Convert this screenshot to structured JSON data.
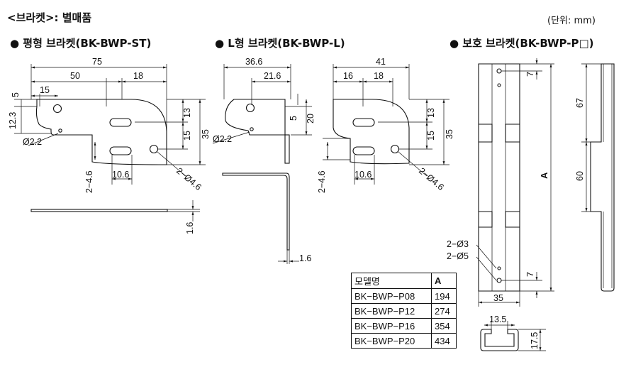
{
  "header": {
    "title": "<브라켓>: 별매품",
    "unit": "(단위: mm)"
  },
  "sections": [
    {
      "title": "● 평형 브라켓(BK-BWP-ST)"
    },
    {
      "title": "● L형 브라켓(BK-BWP-L)"
    },
    {
      "title": "● 보호 브라켓(BK-BWP-P□)"
    }
  ],
  "st": {
    "w75": "75",
    "w50": "50",
    "w18": "18",
    "w15": "15",
    "h5": "5",
    "h123": "12.3",
    "h13": "13",
    "h15": "15",
    "h35": "35",
    "d22": "Ø2.2",
    "s46": "2−4.6",
    "w106": "10.6",
    "d46": "2−Ø4.6",
    "t16": "1.6"
  },
  "l": {
    "w366": "36.6",
    "w216": "21.6",
    "h5": "5",
    "h20": "20",
    "d22": "Ø2.2",
    "t16": "1.6",
    "w41": "41",
    "w16": "16",
    "w18": "18",
    "h13": "13",
    "h15": "15",
    "h35": "35",
    "s46": "2−4.6",
    "w106": "10.6",
    "d46": "2−Ø4.6"
  },
  "p": {
    "h7a": "7",
    "h67": "67",
    "h60": "60",
    "A": "A",
    "d3": "2−Ø3",
    "d5": "2−Ø5",
    "h7b": "7",
    "w35": "35",
    "w135": "13.5",
    "h175": "17.5"
  },
  "table": {
    "headers": [
      "모델명",
      "A"
    ],
    "rows": [
      [
        "BK−BWP−P08",
        "194"
      ],
      [
        "BK−BWP−P12",
        "274"
      ],
      [
        "BK−BWP−P16",
        "354"
      ],
      [
        "BK−BWP−P20",
        "434"
      ]
    ]
  }
}
